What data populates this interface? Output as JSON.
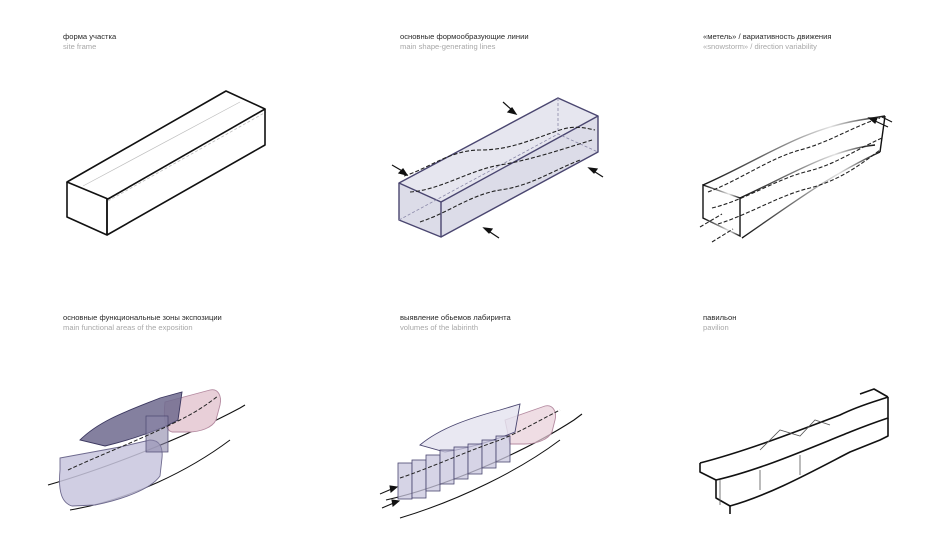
{
  "panels": [
    {
      "ru": "форма участка",
      "en": "site frame"
    },
    {
      "ru": "основные формообразующие линии",
      "en": "main shape-generating lines"
    },
    {
      "ru": "«метель» / вариативность движения",
      "en": "«snowstorm» / direction variability"
    },
    {
      "ru": "основные функциональные зоны экспозиции",
      "en": "main functional areas of the exposition"
    },
    {
      "ru": "выявление обьемов лабиринта",
      "en": "volumes of the labirinth"
    },
    {
      "ru": "павильон",
      "en": "pavilion"
    }
  ],
  "colors": {
    "volume_fill": "#dcdce8",
    "volume_edge": "#4a4670",
    "zone_dark": "#6e6a8e",
    "zone_light": "#c8c6de",
    "zone_pink": "#e8cfd8"
  }
}
